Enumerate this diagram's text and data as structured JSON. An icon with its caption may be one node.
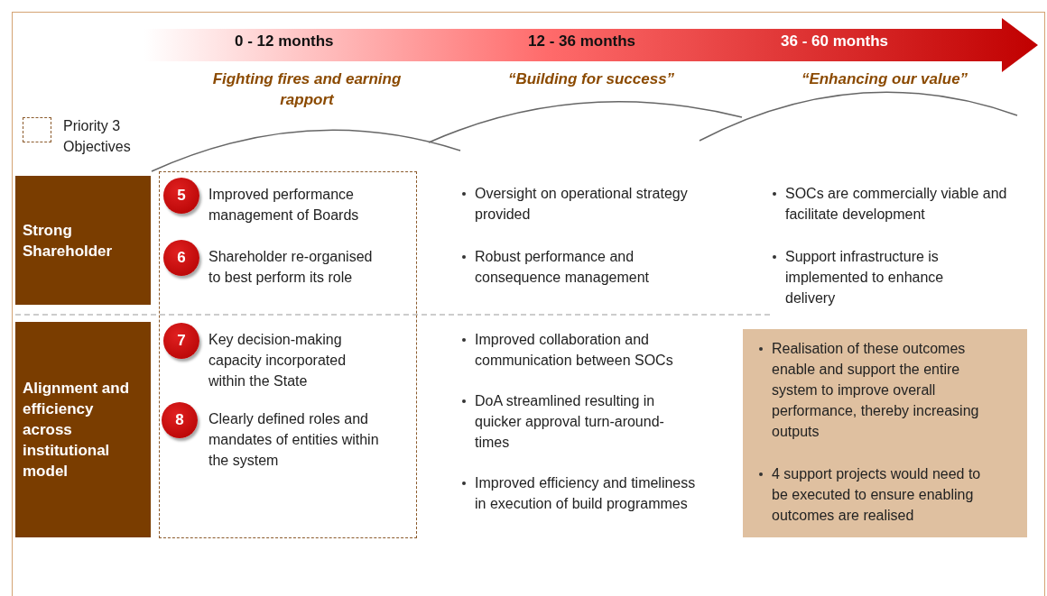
{
  "diagram": {
    "nodes": [
      {
        "text": [
          "0 - 12 months",
          "12 - 36 months",
          "36 - 60 months"
        ]
      },
      {
        "text": [
          "Strong Shareholder"
        ]
      },
      {
        "text": [],
        "shape": "box"
      },
      {
        "text": [
          "5"
        ],
        "in": 2,
        "beside": [
          "Improved performance management of Boards"
        ]
      },
      {
        "text": [
          "6"
        ],
        "in": 2,
        "beside": [
          "Shareholder re-organised to best perform its role"
        ]
      },
      {
        "text": [
          "7"
        ],
        "in": 2,
        "beside": [
          "Key decision-making capacity incorporated within the State"
        ]
      },
      {
        "text": [
          "8"
        ],
        "in": 2,
        "beside": [
          "Clearly defined roles and mandates of entities within the system"
        ]
      },
      {
        "text": [
          "Alignment and efficiency across institutional model"
        ]
      },
      {
        "text": [
          "Realisation of these outcomes enable and support the entire system to improve overall performance, thereby increasing outputs",
          "4 support projects would need to be executed to ensure enabling outcomes are realised"
        ]
      }
    ],
    "edges": [],
    "labels": [
      "Fighting fires and earning rapport",
      "“Building for success”",
      "“Enhancing our value”",
      "Oversight on operational strategy provided",
      "SOCs are commercially viable and facilitate development",
      "Robust performance and consequence management",
      "Support infrastructure is implemented to enhance delivery",
      "Improved collaboration and communication between SOCs",
      "DoA streamlined resulting in quicker approval turn-around-times",
      "Improved efficiency and timeliness in execution of build programmes"
    ],
    "legend": [
      {
        "text": "Priority 3 Objectives"
      }
    ]
  }
}
